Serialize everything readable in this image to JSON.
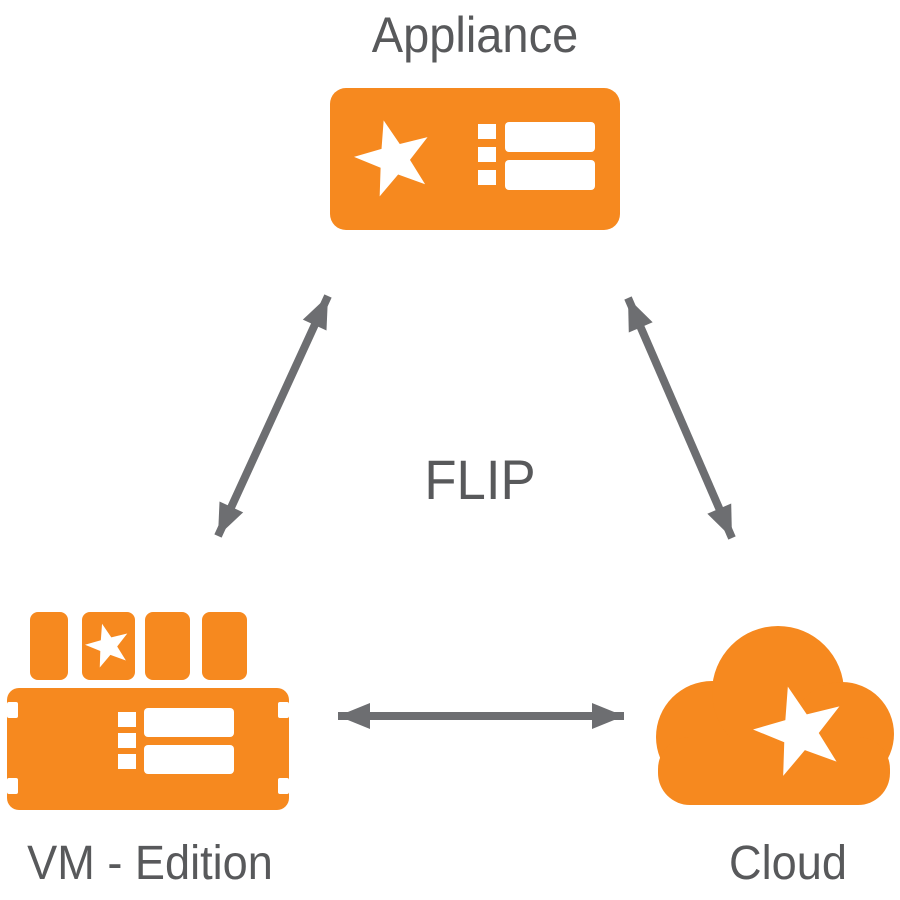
{
  "diagram": {
    "center_label": "FLIP",
    "nodes": [
      {
        "id": "appliance",
        "label": "Appliance",
        "icon": "appliance-server-icon",
        "position": "top-center"
      },
      {
        "id": "vm",
        "label": "VM - Edition",
        "icon": "vm-rack-icon",
        "position": "bottom-left"
      },
      {
        "id": "cloud",
        "label": "Cloud",
        "icon": "cloud-icon",
        "position": "bottom-right"
      }
    ],
    "connections": [
      {
        "from": "appliance",
        "to": "vm",
        "style": "double-headed-arrow"
      },
      {
        "from": "appliance",
        "to": "cloud",
        "style": "double-headed-arrow"
      },
      {
        "from": "vm",
        "to": "cloud",
        "style": "double-headed-arrow"
      }
    ],
    "colors": {
      "orange": "#F6891F",
      "label_gray": "#58595B",
      "arrow_gray": "#6D6E71",
      "background": "#FFFFFF"
    }
  }
}
